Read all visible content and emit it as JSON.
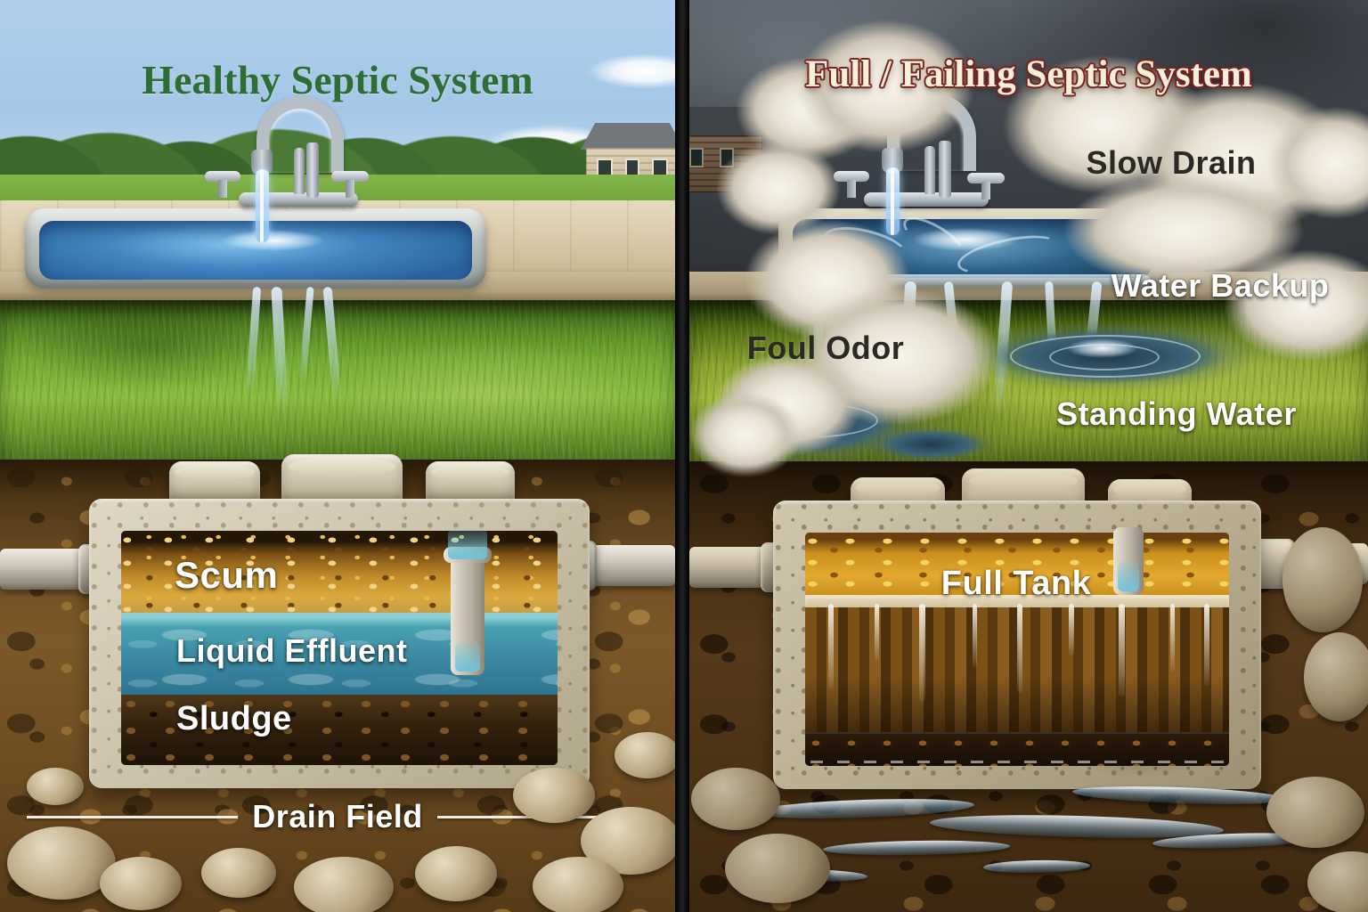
{
  "healthy": {
    "title": "Healthy Septic System",
    "labels": {
      "scum": "Scum",
      "liquid_effluent": "Liquid Effluent",
      "sludge": "Sludge",
      "drain_field": "Drain Field"
    }
  },
  "failing": {
    "title": "Full / Failing Septic System",
    "labels": {
      "slow_drain": "Slow Drain",
      "water_backup": "Water Backup",
      "foul_odor": "Foul Odor",
      "standing_water": "Standing Water",
      "full_tank": "Full Tank"
    }
  },
  "colors": {
    "healthy_title_green": "#2d6e35",
    "failing_title_cream": "#f7efdd",
    "failing_title_outline_red": "#7a221b",
    "label_white": "#ffffff",
    "label_dark": "#2b2923",
    "effluent_blue": "#3a8aa2",
    "scum_gold": "#d9a93e",
    "sludge_brown": "#33210d",
    "sky_healthy_blue": "#a4c7e7",
    "sky_failing_gray": "#43484e"
  }
}
